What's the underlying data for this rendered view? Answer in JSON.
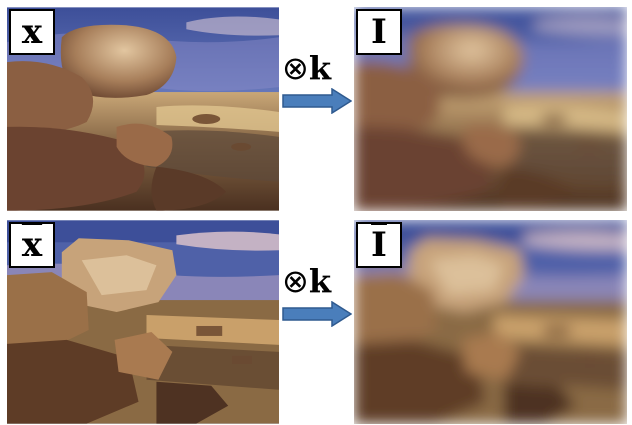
{
  "panels": {
    "sharp": {
      "label": "x"
    },
    "blurred": {
      "label": "I"
    },
    "sharp_segmented": {
      "label": "x"
    },
    "blurred_segmented": {
      "label": "I"
    }
  },
  "operators": {
    "top": {
      "symbol": "⊗",
      "kernel": "k"
    },
    "bottom": {
      "symbol": "⊗",
      "kernel": "k"
    }
  },
  "colors": {
    "arrow_fill": "#4a7ebb",
    "arrow_stroke": "#2f5a8f",
    "sky": "#5a6fb0",
    "sand": "#b89a6a",
    "rock": "#7a4e32"
  },
  "icons": {
    "operator": "convolution-otimes-icon",
    "arrow": "right-arrow-icon"
  }
}
